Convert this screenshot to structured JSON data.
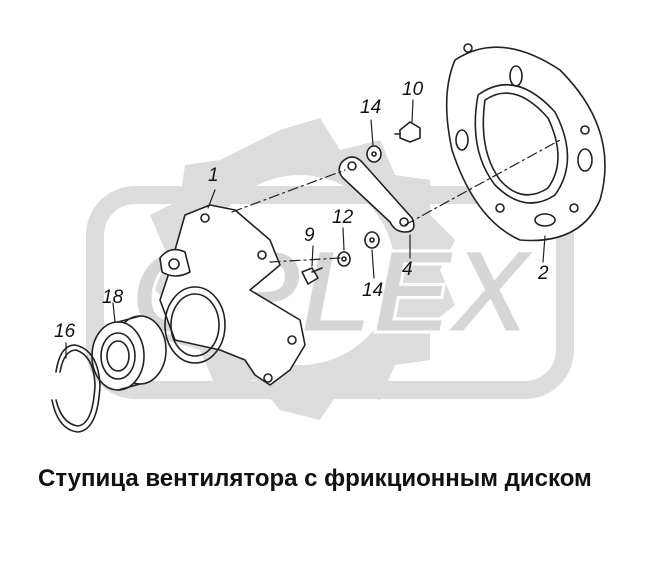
{
  "watermark": {
    "text": "OPLEX",
    "color": "#d9d9d9"
  },
  "parts": [
    {
      "key": "p1",
      "label": "1"
    },
    {
      "key": "p2",
      "label": "2"
    },
    {
      "key": "p4",
      "label": "4"
    },
    {
      "key": "p9",
      "label": "9"
    },
    {
      "key": "p10",
      "label": "10"
    },
    {
      "key": "p12",
      "label": "12"
    },
    {
      "key": "p14a",
      "label": "14"
    },
    {
      "key": "p14b",
      "label": "14"
    },
    {
      "key": "p16",
      "label": "16"
    },
    {
      "key": "p18",
      "label": "18"
    }
  ],
  "caption": "Ступица вентилятора с фрикционным диском",
  "colors": {
    "line": "#222222",
    "watermark": "#d9d9d9"
  }
}
